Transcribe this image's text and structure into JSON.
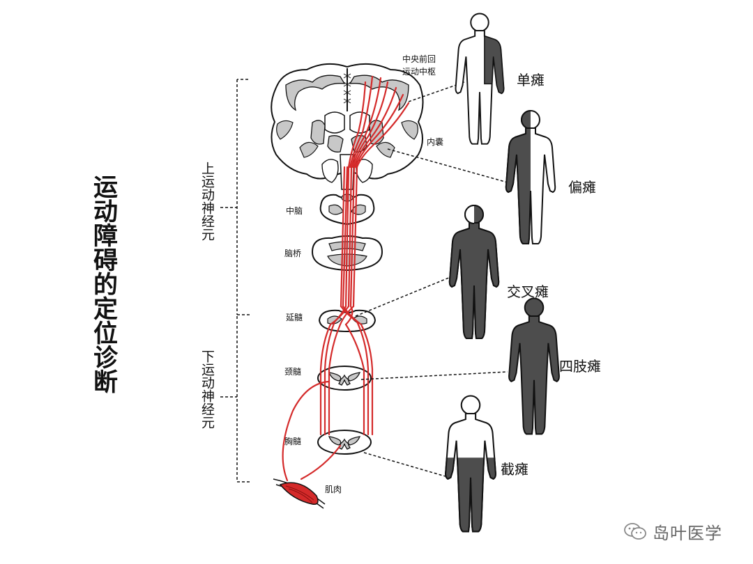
{
  "title": "运动障碍的定位诊断",
  "groups": {
    "upper": "上运动神经元",
    "lower": "下运动神经元"
  },
  "structures": {
    "precentral": [
      "中央前回",
      "运动中枢"
    ],
    "internal_capsule": "内囊",
    "midbrain": "中脑",
    "pons": "脑桥",
    "medulla": "延髓",
    "cervical": "颈髓",
    "thoracic": "胸髓",
    "muscle": "肌肉"
  },
  "paralysis": {
    "mono": "单瘫",
    "hemi": "偏瘫",
    "crossed": "交叉瘫",
    "quadri": "四肢瘫",
    "para": "截瘫"
  },
  "watermark": "岛叶医学",
  "colors": {
    "tract": "#d42a2a",
    "gray_matter": "#c8c8c8",
    "body_dark": "#4d4d4d",
    "outline": "#111111"
  }
}
